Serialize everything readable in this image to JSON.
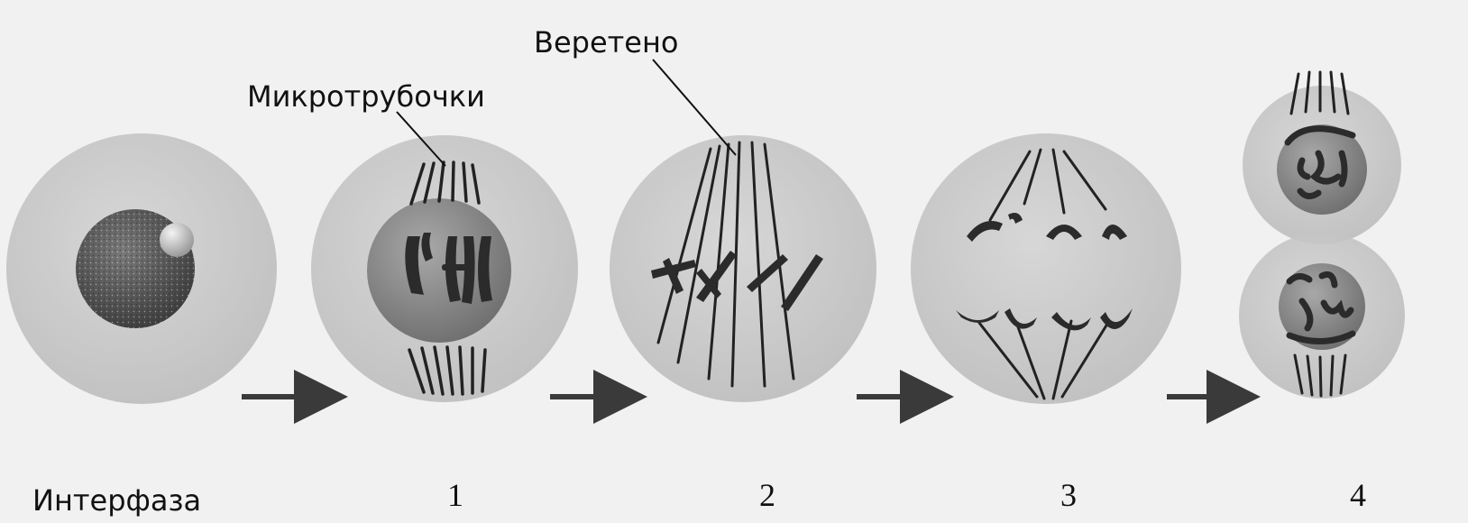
{
  "labels": {
    "spindle": "Веретено",
    "microtubules": "Микротрубочки",
    "interphase": "Интерфаза",
    "stage_1": "1",
    "stage_2": "2",
    "stage_3": "3",
    "stage_4": "4"
  },
  "colors": {
    "cell": "#c9c9c9",
    "nucleus": "#8a8a8a",
    "chromosome": "#2a2a2a",
    "arrow": "#3a3a3a",
    "background": "#f1f1f1"
  }
}
